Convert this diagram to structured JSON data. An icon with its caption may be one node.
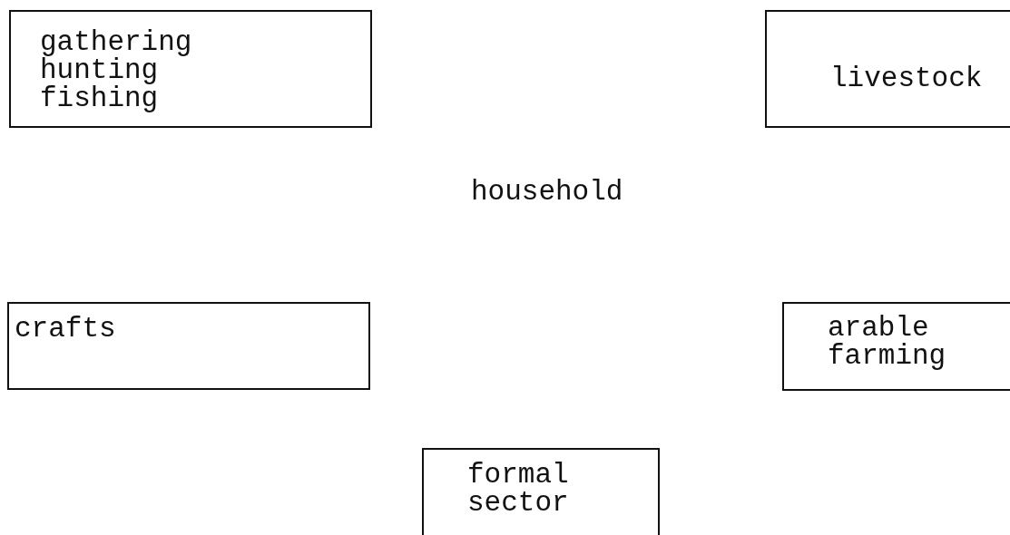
{
  "diagram": {
    "nodes": [
      {
        "text": [
          "gathering hunting fishing"
        ]
      },
      {
        "text": [
          "livestock"
        ]
      },
      {
        "text": [
          "crafts"
        ]
      },
      {
        "text": [
          "arable farming"
        ]
      },
      {
        "text": [
          "formal sector"
        ]
      }
    ],
    "labels": [
      "household"
    ]
  }
}
